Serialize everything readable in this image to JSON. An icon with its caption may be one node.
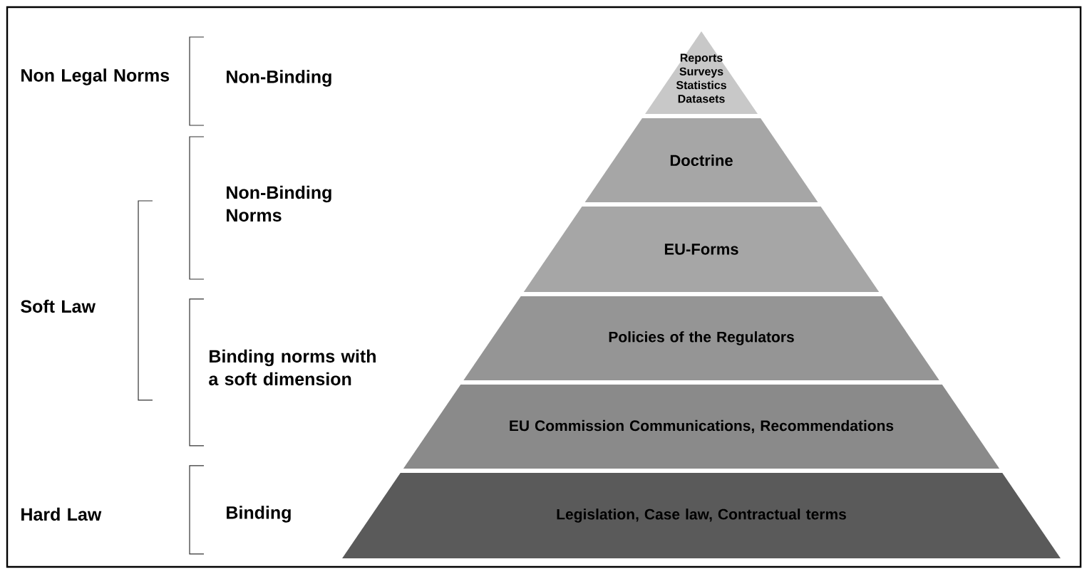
{
  "diagram": {
    "nodes": [
      {
        "text": [
          "Reports",
          "Surveys",
          "Statistics",
          "Datasets"
        ]
      },
      {
        "text": [
          "Doctrine"
        ]
      },
      {
        "text": [
          "EU-Forms"
        ]
      },
      {
        "text": [
          "Policies of the Regulators"
        ]
      },
      {
        "text": [
          "EU Commission Communications, Recommendations"
        ]
      },
      {
        "text": [
          "Legislation, Case law, Contractual terms"
        ]
      }
    ],
    "labels": [
      "Non Legal Norms",
      "Non-Binding",
      "Non-Binding Norms",
      "Soft Law",
      "Binding norms with a soft dimension",
      "Hard Law",
      "Binding"
    ]
  }
}
